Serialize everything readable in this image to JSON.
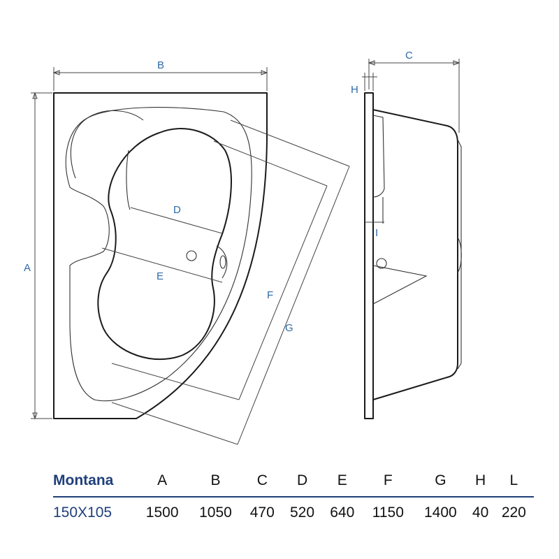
{
  "drawing": {
    "labels": {
      "A": "A",
      "B": "B",
      "C": "C",
      "D": "D",
      "E": "E",
      "F": "F",
      "G": "G",
      "H": "H",
      "I": "I"
    }
  },
  "table": {
    "model_name": "Montana",
    "columns": [
      "A",
      "B",
      "C",
      "D",
      "E",
      "F",
      "G",
      "H",
      "L"
    ],
    "row_label": "150X105",
    "values": [
      "1500",
      "1050",
      "470",
      "520",
      "640",
      "1150",
      "1400",
      "40",
      "220"
    ]
  }
}
